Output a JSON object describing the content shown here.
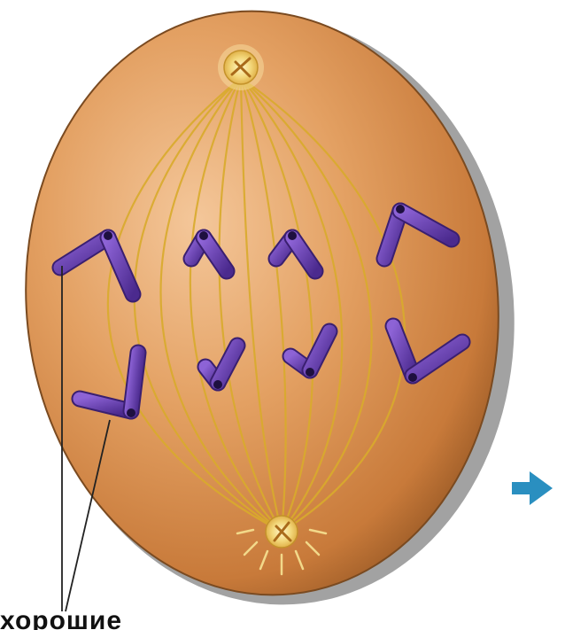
{
  "figure": {
    "caption_text": "хорошие",
    "cell_color": "#d9904a",
    "spindle_color": "#d4a72a",
    "chromosome_color": "#6a3bb0",
    "arrow_color": "#2a8fc0",
    "chromosomes_top_row": 4,
    "chromosomes_bottom_row": 4,
    "icons": [
      "centrosome-top-icon",
      "centrosome-bottom-icon",
      "next-stage-arrow-icon"
    ]
  }
}
